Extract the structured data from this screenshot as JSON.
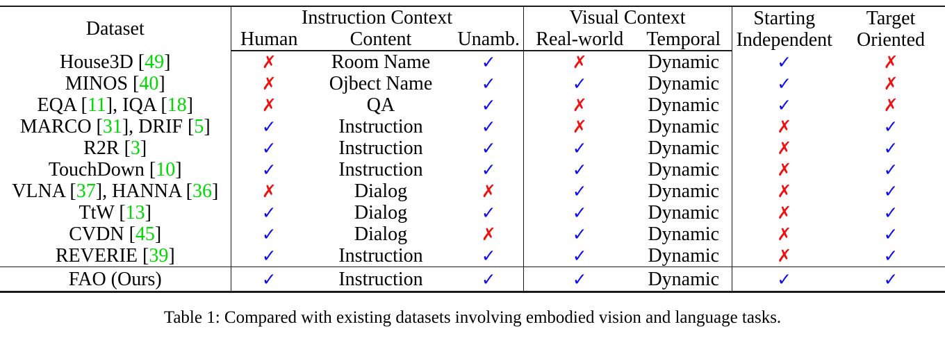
{
  "colors": {
    "citation": "#00d900",
    "check": "#0d0dee",
    "cross": "#ee1111",
    "text": "#000000"
  },
  "marks": {
    "check": "✓",
    "cross": "✗"
  },
  "table": {
    "header": {
      "dataset": "Dataset",
      "instruction_group": "Instruction Context",
      "visual_group": "Visual Context",
      "starting": [
        "Starting",
        "Independent"
      ],
      "target": [
        "Target",
        "Oriented"
      ],
      "human": "Human",
      "content": "Content",
      "unamb": "Unamb.",
      "real_world": "Real-world",
      "temporal": "Temporal"
    },
    "rows": [
      {
        "name": [
          {
            "t": "House3D ["
          },
          {
            "t": "49",
            "cite": true
          },
          {
            "t": "]"
          }
        ],
        "human": "✗",
        "content": "Room Name",
        "unamb": "✓",
        "real_world": "✗",
        "temporal": "Dynamic",
        "starting": "✓",
        "target": "✗"
      },
      {
        "name": [
          {
            "t": "MINOS ["
          },
          {
            "t": "40",
            "cite": true
          },
          {
            "t": "]"
          }
        ],
        "human": "✗",
        "content": "Ojbect Name",
        "unamb": "✓",
        "real_world": "✓",
        "temporal": "Dynamic",
        "starting": "✓",
        "target": "✗"
      },
      {
        "name": [
          {
            "t": "EQA ["
          },
          {
            "t": "11",
            "cite": true
          },
          {
            "t": "], IQA ["
          },
          {
            "t": "18",
            "cite": true
          },
          {
            "t": "]"
          }
        ],
        "human": "✗",
        "content": "QA",
        "unamb": "✓",
        "real_world": "✗",
        "temporal": "Dynamic",
        "starting": "✓",
        "target": "✗"
      },
      {
        "name": [
          {
            "t": "MARCO ["
          },
          {
            "t": "31",
            "cite": true
          },
          {
            "t": "], DRIF ["
          },
          {
            "t": "5",
            "cite": true
          },
          {
            "t": "]"
          }
        ],
        "human": "✓",
        "content": "Instruction",
        "unamb": "✓",
        "real_world": "✗",
        "temporal": "Dynamic",
        "starting": "✗",
        "target": "✓"
      },
      {
        "name": [
          {
            "t": "R2R ["
          },
          {
            "t": "3",
            "cite": true
          },
          {
            "t": "]"
          }
        ],
        "human": "✓",
        "content": "Instruction",
        "unamb": "✓",
        "real_world": "✓",
        "temporal": "Dynamic",
        "starting": "✗",
        "target": "✓"
      },
      {
        "name": [
          {
            "t": "TouchDown ["
          },
          {
            "t": "10",
            "cite": true
          },
          {
            "t": "]"
          }
        ],
        "human": "✓",
        "content": "Instruction",
        "unamb": "✓",
        "real_world": "✓",
        "temporal": "Dynamic",
        "starting": "✗",
        "target": "✓"
      },
      {
        "name": [
          {
            "t": "VLNA ["
          },
          {
            "t": "37",
            "cite": true
          },
          {
            "t": "], HANNA ["
          },
          {
            "t": "36",
            "cite": true
          },
          {
            "t": "]"
          }
        ],
        "human": "✗",
        "content": "Dialog",
        "unamb": "✗",
        "real_world": "✓",
        "temporal": "Dynamic",
        "starting": "✗",
        "target": "✓"
      },
      {
        "name": [
          {
            "t": "TtW ["
          },
          {
            "t": "13",
            "cite": true
          },
          {
            "t": "]"
          }
        ],
        "human": "✓",
        "content": "Dialog",
        "unamb": "✓",
        "real_world": "✓",
        "temporal": "Dynamic",
        "starting": "✗",
        "target": "✓"
      },
      {
        "name": [
          {
            "t": "CVDN ["
          },
          {
            "t": "45",
            "cite": true
          },
          {
            "t": "]"
          }
        ],
        "human": "✓",
        "content": "Dialog",
        "unamb": "✗",
        "real_world": "✓",
        "temporal": "Dynamic",
        "starting": "✗",
        "target": "✓"
      },
      {
        "name": [
          {
            "t": "REVERIE ["
          },
          {
            "t": "39",
            "cite": true
          },
          {
            "t": "]"
          }
        ],
        "human": "✓",
        "content": "Instruction",
        "unamb": "✓",
        "real_world": "✓",
        "temporal": "Dynamic",
        "starting": "✗",
        "target": "✓"
      },
      {
        "name": [
          {
            "t": "FAO (Ours)"
          }
        ],
        "human": "✓",
        "content": "Instruction",
        "unamb": "✓",
        "real_world": "✓",
        "temporal": "Dynamic",
        "starting": "✓",
        "target": "✓"
      }
    ]
  },
  "caption": "Table 1: Compared with existing datasets involving embodied vision and language tasks."
}
